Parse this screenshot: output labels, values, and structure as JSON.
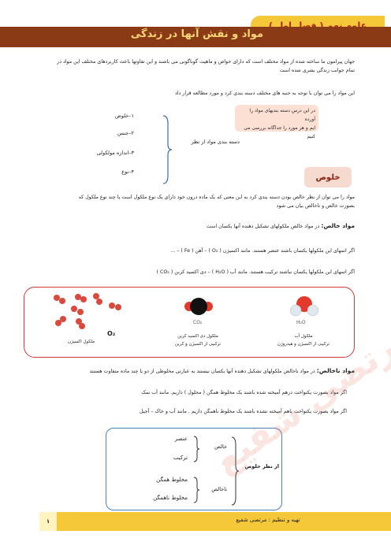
{
  "header": {
    "subject": "علوم نهم ( فصل اول )",
    "chapter_title": "مواد و نقش آنها در زندگی"
  },
  "intro": {
    "line1": "جهان پیرامون ما ساخته شده از مواد مختلف است که دارای خواص و ماهیت گوناگونی می باشند و این تفاوتها باعث کاربردهای مختلف این مواد در",
    "line2": "تمام جوانب زندگی بشری شده است",
    "line3": "این مواد را می توان با توجه به جنبه های مختلف دسته بندی کرد و مورد مطالعه قرار داد"
  },
  "classification": {
    "group_label": "دسته بندی مواد از نظر",
    "items": [
      "۱–خلوص",
      "۲–جنس",
      "۳–اندازه مولکولی",
      "۴–نوع"
    ],
    "note": [
      "در این درس دسته بندیهای مواد را آورده",
      "ایم و هر مورد را جداگانه بررسی می کنیم"
    ]
  },
  "purity": {
    "badge": "خلوص",
    "def1": "مواد را می توان از نظر خالص بودن دسته بندی کرد به این معنی که یک ماده درون خود دارای یک نوع ملکول است یا چند نوع ملکول که",
    "def2": "بصورت خالص و ناخالص بیان می شود",
    "pure_title": "مواد خالص:",
    "pure_desc": "در مواد خالص ملکولهای تشکیل دهنده آنها یکسان است",
    "case1": "اگر اتمهای این ملکولها یکسان باشند عنصر هستند. مانند اکسیژن ( O₂ ) – آهن ( Fe ) – ...",
    "case2": "اگر اتمهای این ملکولها یکسان نباشند ترکیب هستند. مانند آب ( H₂O ) – دی اکسید کربن ( CO₂ )"
  },
  "molecules": {
    "water_formula": "H₂O",
    "water_cap1": "ملکول آب",
    "water_cap2": "ترکیبی از اکسیژن و هیدروژن",
    "co2_formula": "CO₂",
    "co2_cap1": "ملکول دی اکسید کربن",
    "co2_cap2": "ترکیبی از اکسیژن و کربن",
    "o2_formula": "O₂",
    "o2_cap": "ملکول اکسیژن"
  },
  "impure": {
    "title": "مواد ناخالص:",
    "desc": "در مواد ناخالص ملکولهای تشکیل دهنده آنها یکسان نیستند به عبارتی مخلوطی از دو یا چند ماده متفاوت هستند",
    "case1": "اگر مواد بصورت یکنواخت درهم آمیخته شده باشند یک مخلوط همگن ( محلول ) داریم. مانند آب نمک",
    "case2": "اگر مواد بصورت یکنواخت باهم آمیخته نشده باشند یک مخلوط ناهمگن داریم . مانند آب و خاک – آجیل"
  },
  "summary": {
    "root": "از نظر خلوص",
    "pure": "خالص",
    "impure": "ناخالص",
    "element": "عنصر",
    "compound": "ترکیب",
    "homogeneous": "مخلوط همگن",
    "heterogeneous": "مخلوط ناهمگن"
  },
  "footer": {
    "page": "۱",
    "author": "تهیه و تنظیم : مرتضی شفیع"
  },
  "watermark": "مرتضی شفیع"
}
